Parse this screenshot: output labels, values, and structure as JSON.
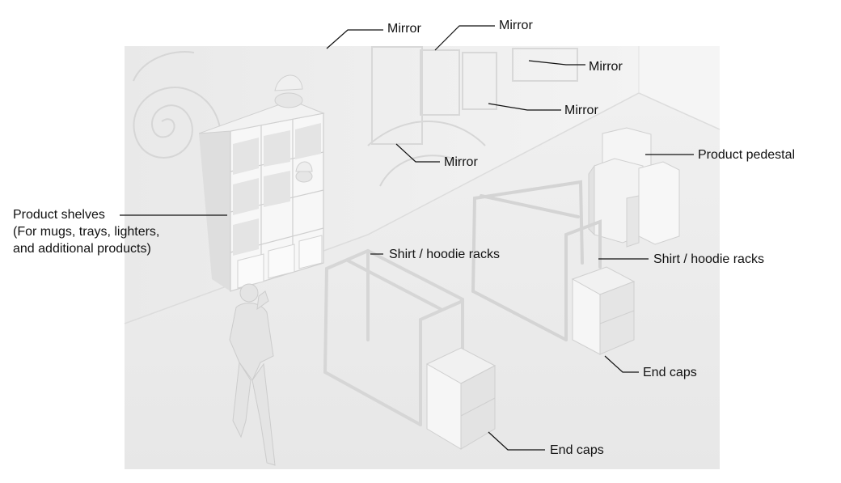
{
  "labels": {
    "mirror_1": "Mirror",
    "mirror_2": "Mirror",
    "mirror_3": "Mirror",
    "mirror_4": "Mirror",
    "mirror_5": "Mirror",
    "product_pedestal": "Product pedestal",
    "product_shelves": [
      "Product shelves",
      "(For mugs, trays, lighters,",
      "and additional products)"
    ],
    "racks_left": "Shirt / hoodie racks",
    "racks_right": "Shirt / hoodie racks",
    "end_caps_right": "End caps",
    "end_caps_front": "End caps"
  },
  "colors": {
    "label_text": "#111111",
    "leader_line": "#111111",
    "render_background": "#ececec"
  }
}
